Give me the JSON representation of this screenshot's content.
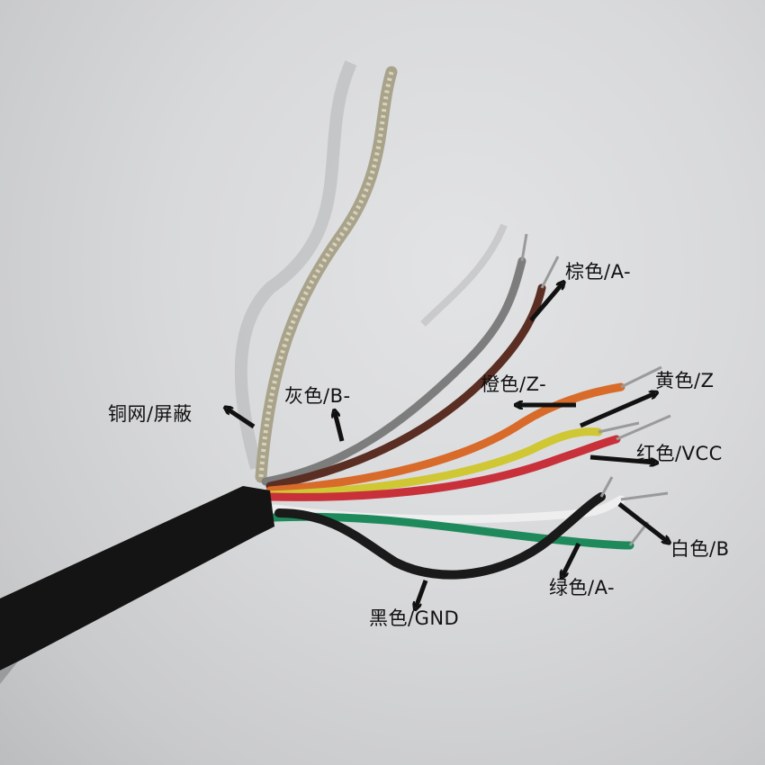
{
  "image": {
    "subject": "Stripped multi-core shielded cable with labeled wire colors",
    "background_color": "#d9dadc",
    "jacket_color": "#141414"
  },
  "labels": [
    {
      "id": "shield",
      "text": "铜网/屏蔽",
      "wire_color": "#b8b39a"
    },
    {
      "id": "gray",
      "text": "灰色/B-",
      "wire_color": "#7d7d7d"
    },
    {
      "id": "brown",
      "text": "棕色/A-",
      "wire_color": "#5a2e22"
    },
    {
      "id": "orange",
      "text": "橙色/Z-",
      "wire_color": "#d86a2a"
    },
    {
      "id": "yellow",
      "text": "黄色/Z",
      "wire_color": "#cfc733"
    },
    {
      "id": "red",
      "text": "红色/VCC",
      "wire_color": "#c8303a"
    },
    {
      "id": "white",
      "text": "白色/B",
      "wire_color": "#eeeeee"
    },
    {
      "id": "green",
      "text": "绿色/A-",
      "wire_color": "#1e8a5c"
    },
    {
      "id": "black",
      "text": "黑色/GND",
      "wire_color": "#1a1a1a"
    }
  ]
}
